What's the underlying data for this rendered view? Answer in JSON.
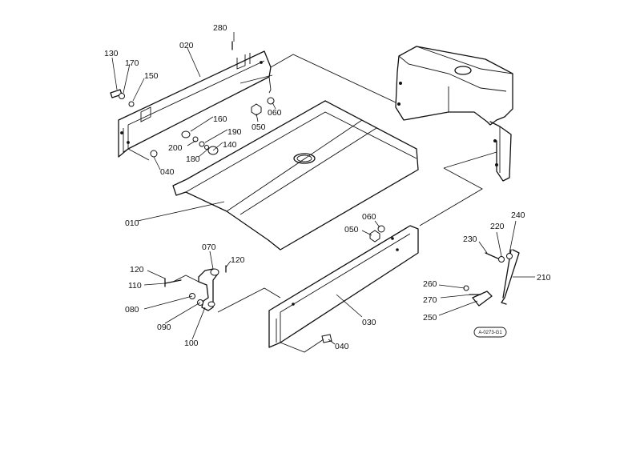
{
  "diagram": {
    "part_labels": {
      "p010": "010",
      "p020": "020",
      "p030": "030",
      "p040a": "040",
      "p040b": "040",
      "p050a": "050",
      "p050b": "050",
      "p060a": "060",
      "p060b": "060",
      "p070": "070",
      "p080": "080",
      "p090": "090",
      "p100": "100",
      "p110": "110",
      "p120a": "120",
      "p120b": "120",
      "p130": "130",
      "p140": "140",
      "p150": "150",
      "p160": "160",
      "p170": "170",
      "p180": "180",
      "p190": "190",
      "p200": "200",
      "p210": "210",
      "p220": "220",
      "p230": "230",
      "p240": "240",
      "p250": "250",
      "p260": "260",
      "p270": "270",
      "p280": "280"
    },
    "reference_code": "A-0273-G1"
  }
}
